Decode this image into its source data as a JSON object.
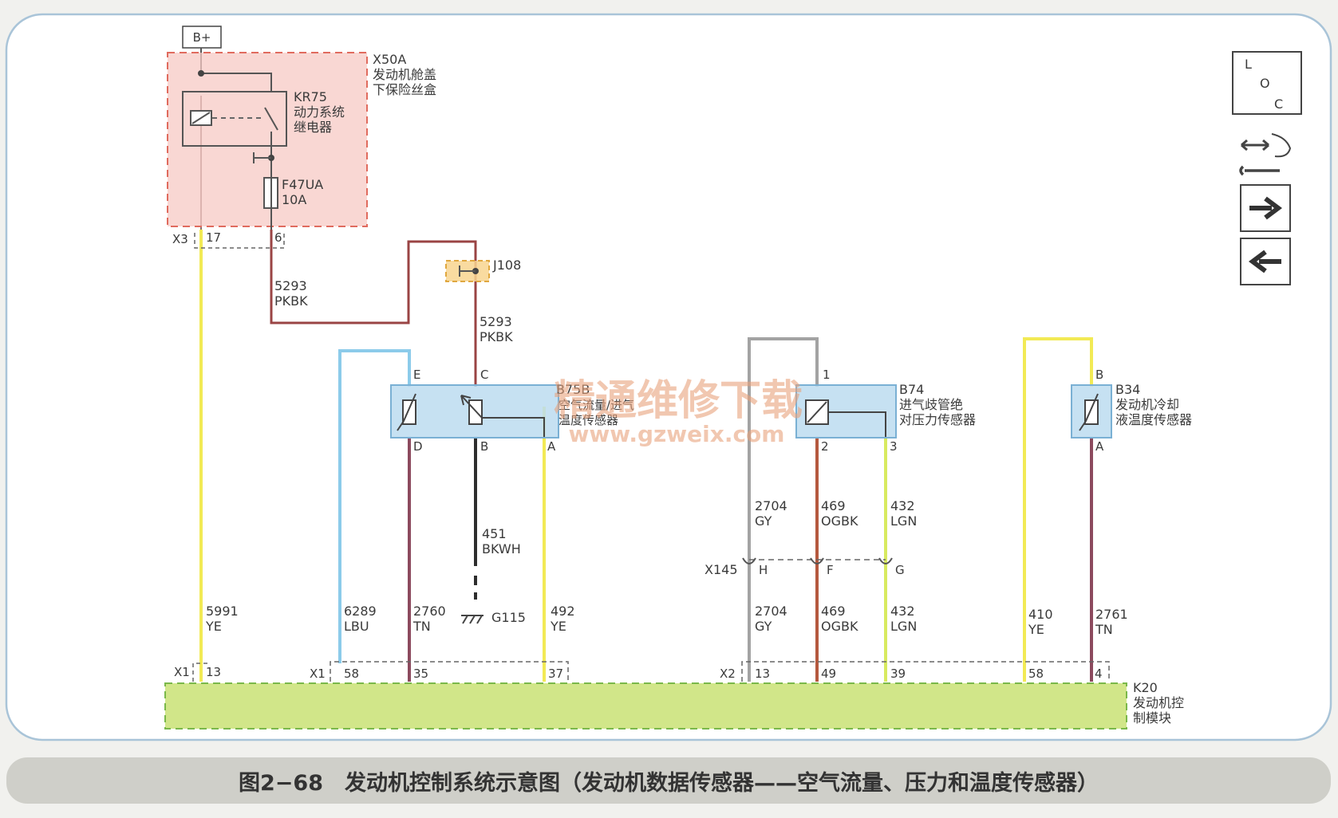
{
  "power": {
    "label": "B+"
  },
  "fuse_box": {
    "id": "X50A",
    "line1": "发动机舱盖",
    "line2": "下保险丝盒"
  },
  "relay": {
    "id": "KR75",
    "line1": "动力系统",
    "line2": "继电器"
  },
  "fuse": {
    "id": "F47UA",
    "rating": "10A"
  },
  "connectors": {
    "x3": "X3",
    "x3_pin_a": "17",
    "x3_pin_b": "6",
    "x1": "X1",
    "x1_pin_13": "13",
    "x1b": "X1",
    "x1_pin_58": "58",
    "x1_pin_35": "35",
    "x1_pin_37": "37",
    "x2": "X2",
    "x2_pin_13": "13",
    "x2_pin_49": "49",
    "x2_pin_39": "39",
    "k_pin_58": "58",
    "k_pin_4": "4",
    "x145": "X145",
    "x145_h": "H",
    "x145_f": "F",
    "x145_g": "G"
  },
  "splice": {
    "id": "J108"
  },
  "ground": {
    "id": "G115"
  },
  "wires": {
    "w5293_top_num": "5293",
    "w5293_top_col": "PKBK",
    "w5293_bot_num": "5293",
    "w5293_bot_col": "PKBK",
    "w5991_num": "5991",
    "w5991_col": "YE",
    "w6289_num": "6289",
    "w6289_col": "LBU",
    "w2760_num": "2760",
    "w2760_col": "TN",
    "w451_num": "451",
    "w451_col": "BKWH",
    "w492_num": "492",
    "w492_col": "YE",
    "w2704a_num": "2704",
    "w2704a_col": "GY",
    "w469a_num": "469",
    "w469a_col": "OGBK",
    "w432a_num": "432",
    "w432a_col": "LGN",
    "w2704b_num": "2704",
    "w2704b_col": "GY",
    "w469b_num": "469",
    "w469b_col": "OGBK",
    "w432b_num": "432",
    "w432b_col": "LGN",
    "w410_num": "410",
    "w410_col": "YE",
    "w2761_num": "2761",
    "w2761_col": "TN"
  },
  "b75b": {
    "id": "B75B",
    "line1": "空气流量/进气",
    "line2": "温度传感器",
    "pin_e": "E",
    "pin_c": "C",
    "pin_d": "D",
    "pin_b": "B",
    "pin_a": "A"
  },
  "b74": {
    "id": "B74",
    "line1": "进气歧管绝",
    "line2": "对压力传感器",
    "pin_1": "1",
    "pin_2": "2",
    "pin_3": "3"
  },
  "b34": {
    "id": "B34",
    "line1": "发动机冷却",
    "line2": "液温度传感器",
    "pin_b": "B",
    "pin_a": "A"
  },
  "ecm": {
    "id": "K20",
    "line1": "发动机控",
    "line2": "制模块"
  },
  "loc": {
    "l": "L",
    "o": "O",
    "c": "C"
  },
  "watermark": {
    "line1": "精通维修下载",
    "line2": "www.gzweix.com"
  },
  "caption": "图2−68　发动机控制系统示意图（发动机数据传感器——空气流量、压力和温度传感器）",
  "colors": {
    "yellow": "#f2ea55",
    "pink_brown": "#9a4444",
    "light_blue": "#8ccbea",
    "tan": "#8c4a5e",
    "black": "#2d2d2d",
    "gray": "#a3a3a3",
    "orange_brown": "#b5593e",
    "lime": "#d8ea60"
  }
}
